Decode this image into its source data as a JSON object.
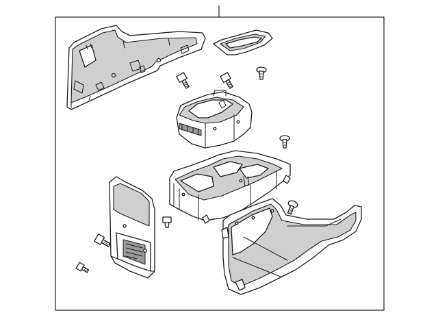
{
  "diagram": {
    "parts": [
      "upper-side-trim-panel",
      "small-tray",
      "storage-box",
      "console-base",
      "rear-end-panel",
      "lower-side-trim-panel"
    ],
    "fasteners": [
      "bolt-upper-left",
      "bolt-upper-mid",
      "push-clip-upper",
      "push-clip-mid",
      "screw-right",
      "push-clip-lower",
      "bolt-left",
      "bolt-lower-left"
    ],
    "colors": {
      "line": "#1a1a1a",
      "panel_fill": "#ffffff",
      "shade_fill": "#cfcfcf",
      "dark_fill": "#9a9a9a",
      "background": "#ffffff"
    }
  }
}
